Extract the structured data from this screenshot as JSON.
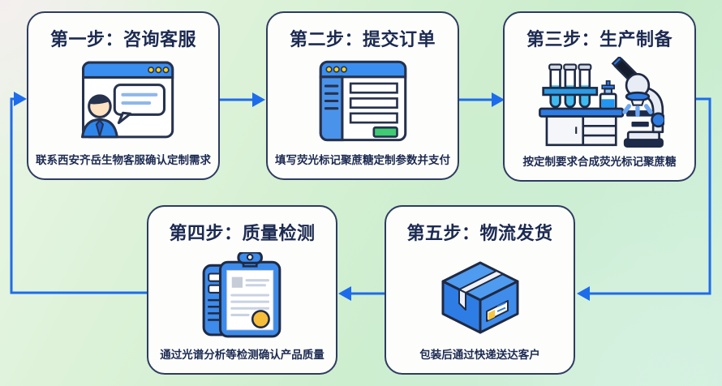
{
  "diagram": {
    "type": "process-flow",
    "language": "zh-CN",
    "steps": [
      {
        "id": 1,
        "title": "第一步：咨询客服",
        "caption": "联系西安齐岳生物客服确认定制需求",
        "icon": "customer-service-chat-icon"
      },
      {
        "id": 2,
        "title": "第二步：提交订单",
        "caption": "填写荧光标记聚蔗糖定制参数并支付",
        "icon": "order-form-icon"
      },
      {
        "id": 3,
        "title": "第三步：生产制备",
        "caption": "按定制要求合成荧光标记聚蔗糖",
        "icon": "lab-equipment-icon"
      },
      {
        "id": 4,
        "title": "第四步：质量检测",
        "caption": "通过光谱分析等检测确认产品质量",
        "icon": "quality-report-icon"
      },
      {
        "id": 5,
        "title": "第五步：物流发货",
        "caption": "包装后通过快递送达客户",
        "icon": "shipping-box-icon"
      }
    ],
    "arrows": [
      {
        "from": "step-1",
        "to": "step-2",
        "direction": "right"
      },
      {
        "from": "step-2",
        "to": "step-3",
        "direction": "right"
      },
      {
        "from": "step-3",
        "to": "step-5",
        "direction": "right-down-left"
      },
      {
        "from": "step-5",
        "to": "step-4",
        "direction": "left"
      },
      {
        "from": "step-4",
        "to": "step-1",
        "direction": "left-up-right"
      }
    ],
    "colors": {
      "arrow_blue": "#1d6ceb",
      "card_border_navy": "#2e3c61",
      "text_navy": "#1c2a52",
      "card_background": "#fdfefc",
      "icon_blue": "#2f86ea",
      "icon_light_blue": "#8fb8ea",
      "icon_green": "#3ecb72",
      "icon_gold": "#f6bd3a",
      "background_green": "#c7ecca"
    }
  }
}
